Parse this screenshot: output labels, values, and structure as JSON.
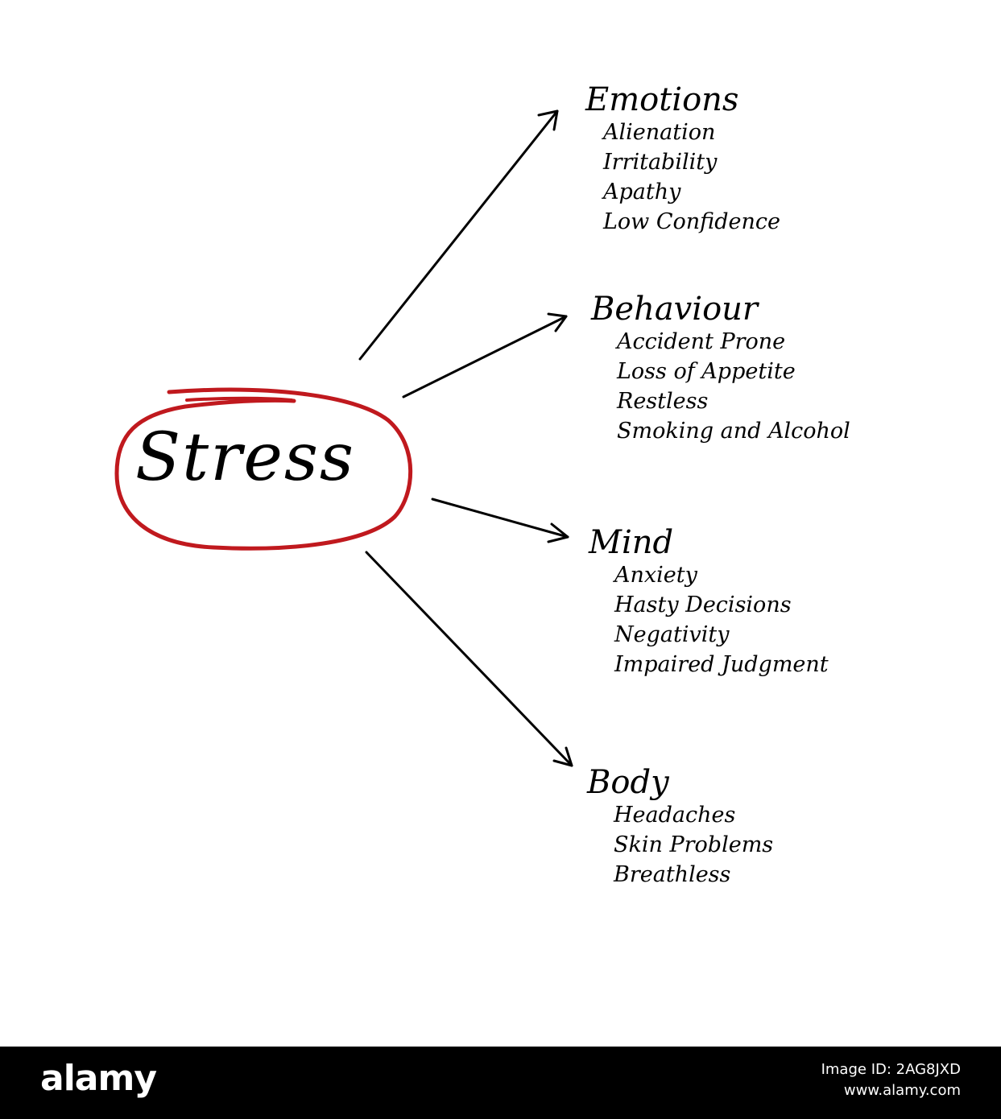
{
  "center": {
    "label": "Stress",
    "ring_color": "#c0191e"
  },
  "branches": [
    {
      "title": "Emotions",
      "items": [
        "Alienation",
        "Irritability",
        "Apathy",
        "Low Confidence"
      ]
    },
    {
      "title": "Behaviour",
      "items": [
        "Accident Prone",
        "Loss of Appetite",
        "Restless",
        "Smoking and Alcohol"
      ]
    },
    {
      "title": "Mind",
      "items": [
        "Anxiety",
        "Hasty Decisions",
        "Negativity",
        "Impaired Judgment"
      ]
    },
    {
      "title": "Body",
      "items": [
        "Headaches",
        "Skin Problems",
        "Breathless"
      ]
    }
  ],
  "footer": {
    "logo": "alamy",
    "image_id": "Image ID: 2AG8JXD",
    "site": "www.alamy.com"
  }
}
